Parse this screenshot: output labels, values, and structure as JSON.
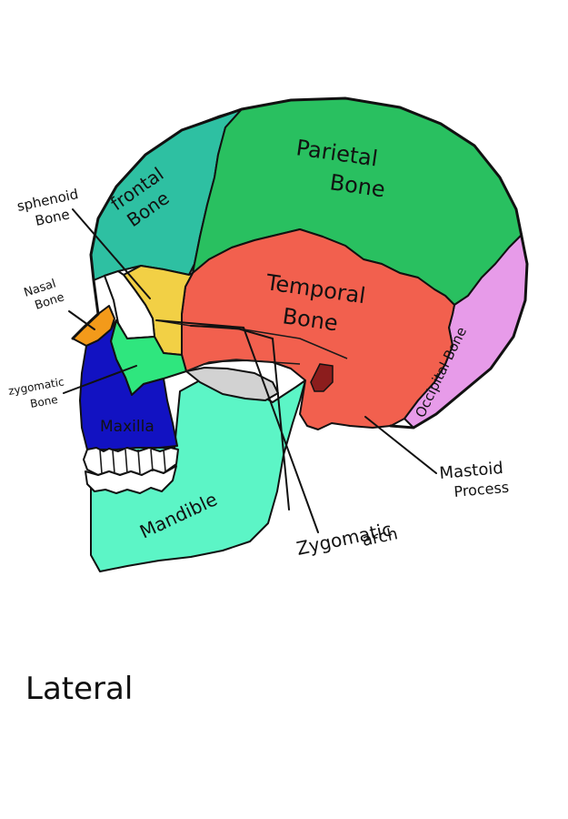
{
  "labels": {
    "parietal_line1": "Parietal",
    "parietal_line2": "Bone",
    "frontal_line1": "frontal",
    "frontal_line2": "Bone",
    "sphenoid_line1": "sphenoid",
    "sphenoid_line2": "Bone",
    "temporal_line1": "Temporal",
    "temporal_line2": "Bone",
    "nasal_line1": "Nasal",
    "nasal_line2": "Bone",
    "zygomatic_bone_line1": "zygomatic",
    "zygomatic_bone_line2": "Bone",
    "maxilla": "Maxilla",
    "occipital": "Occipital Bone",
    "mandible": "Mandible",
    "mastoid_line1": "Mastoid",
    "mastoid_line2": "Process",
    "zygomatic_arch_line1": "Zygomatic",
    "zygomatic_arch_line2": "arch",
    "view": "Lateral"
  },
  "colors": {
    "parietal": "#29c060",
    "frontal": "#2ec0a2",
    "temporal": "#f2604e",
    "occipital": "#e79be9",
    "sphenoid": "#f2d045",
    "nasal": "#f39a1a",
    "zygomatic": "#2fe67e",
    "maxilla": "#1212c2",
    "mandible": "#5cf5c6",
    "orbit": "#ffffff",
    "teeth": "#ffffff",
    "gap": "#d2d2d2",
    "cavity": "#8c1d1d",
    "outline": "#111111"
  }
}
